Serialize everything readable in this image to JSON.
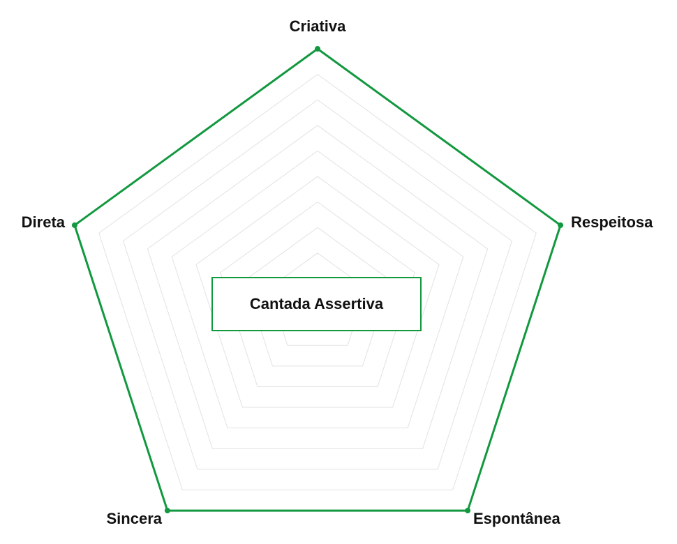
{
  "chart_data": {
    "type": "radar",
    "title": "Cantada Assertiva",
    "categories": [
      "Criativa",
      "Respeitosa",
      "Espontânea",
      "Sincera",
      "Direta"
    ],
    "series": [
      {
        "name": "Cantada Assertiva",
        "values": [
          10,
          10,
          10,
          10,
          10
        ]
      }
    ],
    "rlim": [
      0,
      10
    ],
    "grid_levels": 10,
    "grid": true,
    "colors": {
      "series": "#12983f",
      "grid": "#e2e2e2"
    }
  }
}
